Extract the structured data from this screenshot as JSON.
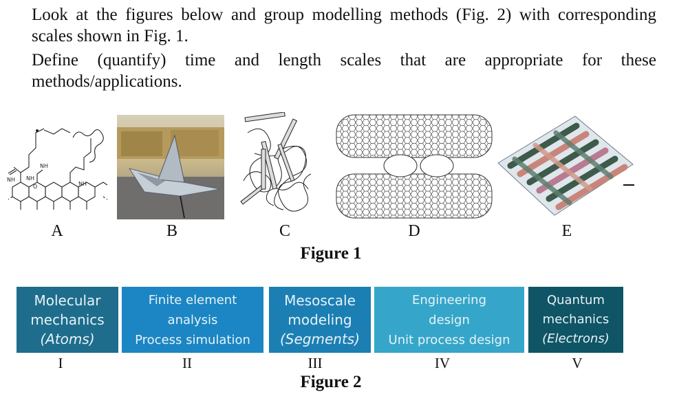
{
  "instructions": {
    "line1": "Look at the figures below and group modelling methods (Fig. 2) with corresponding scales shown in Fig. 1.",
    "line2": "Define (quantify) time and length scales that are appropriate for these methods/applications."
  },
  "figure1": {
    "labels": [
      "A",
      "B",
      "C",
      "D",
      "E"
    ],
    "caption": "Figure 1",
    "image_A_text": [
      "NH",
      "NH",
      "NH",
      "NH",
      "O"
    ]
  },
  "figure2": {
    "caption": "Figure 2",
    "roman": [
      "I",
      "II",
      "III",
      "IV",
      "V"
    ],
    "boxes": [
      {
        "lines": [
          "Molecular",
          "mechanics",
          "(Atoms)"
        ],
        "color": "#1e6d8c"
      },
      {
        "lines": [
          "Finite element",
          "analysis",
          "Process simulation"
        ],
        "color": "#1b86c3"
      },
      {
        "lines": [
          "Mesoscale",
          "modeling",
          "(Segments)"
        ],
        "color": "#1b7fb4"
      },
      {
        "lines": [
          "Engineering",
          "design",
          "Unit process design"
        ],
        "color": "#35a6c9"
      },
      {
        "lines": [
          "Quantum",
          "mechanics",
          "(Electrons)"
        ],
        "color": "#0f5565"
      }
    ]
  }
}
